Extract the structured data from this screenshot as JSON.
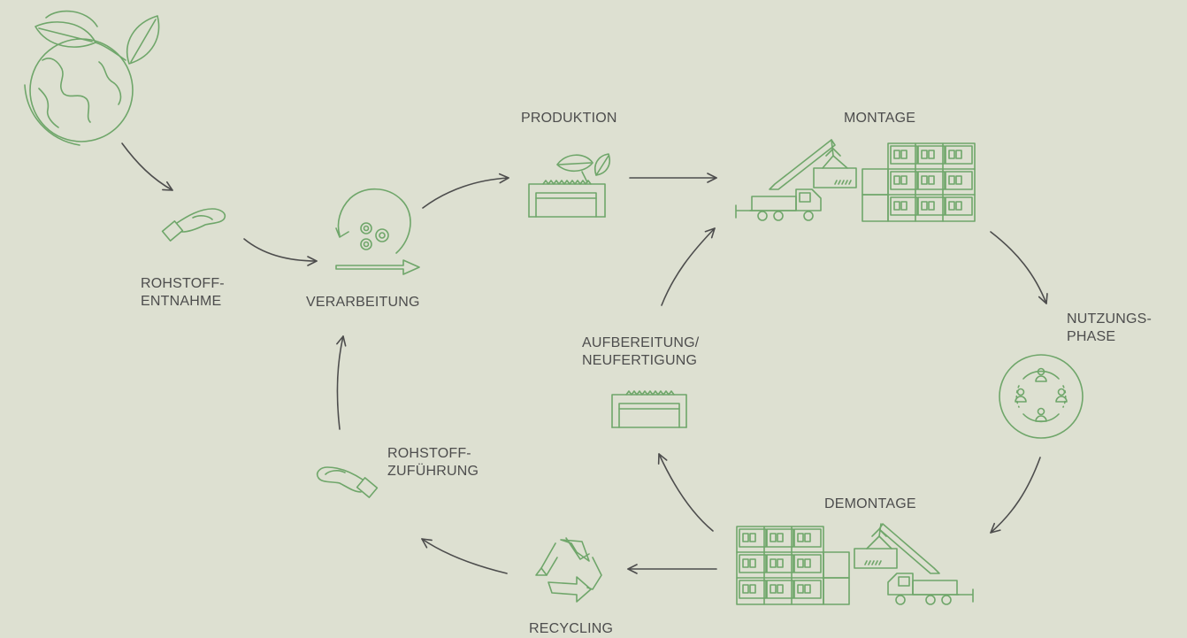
{
  "labels": {
    "rohstoff_entnahme": [
      "ROHSTOFF-",
      "ENTNAHME"
    ],
    "verarbeitung": "VERARBEITUNG",
    "produktion": "PRODUKTION",
    "montage": "MONTAGE",
    "nutzungsphase": [
      "NUTZUNGS-",
      "PHASE"
    ],
    "demontage": "DEMONTAGE",
    "recycling": "RECYCLING",
    "rohstoff_zufuehrung": [
      "ROHSTOFF-",
      "ZUFÜHRUNG"
    ],
    "aufbereitung": [
      "AUFBEREITUNG/",
      "NEUFERTIGUNG"
    ]
  },
  "colors": {
    "background": "#dde0d1",
    "icon": "#6fa66a",
    "arrow": "#4d4d4d",
    "text": "#4d4d4d"
  },
  "icons": [
    "earth-leaf-icon",
    "hand-icon",
    "gears-cycle-icon",
    "factory-leaf-icon",
    "crane-truck-icon",
    "container-stack-icon",
    "community-icon",
    "factory-icon",
    "recycle-icon"
  ]
}
